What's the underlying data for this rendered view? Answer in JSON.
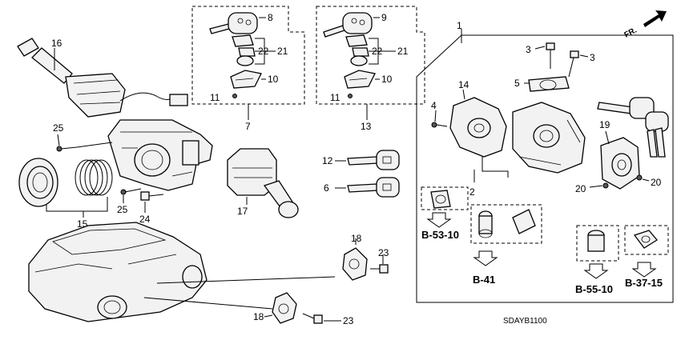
{
  "callouts": {
    "c1": "1",
    "c2": "2",
    "c3a": "3",
    "c3b": "3",
    "c4": "4",
    "c5": "5",
    "c6": "6",
    "c7": "7",
    "c8": "8",
    "c9": "9",
    "c10a": "10",
    "c10b": "10",
    "c11a": "11",
    "c11b": "11",
    "c12": "12",
    "c13": "13",
    "c14": "14",
    "c15": "15",
    "c16": "16",
    "c17": "17",
    "c18a": "18",
    "c18b": "18",
    "c19": "19",
    "c20a": "20",
    "c20b": "20",
    "c21a": "21",
    "c21b": "21",
    "c22a": "22",
    "c22b": "22",
    "c23a": "23",
    "c23b": "23",
    "c24": "24",
    "c25a": "25",
    "c25b": "25"
  },
  "references": {
    "b53": "B-53-10",
    "b41": "B-41",
    "b55": "B-55-10",
    "b37": "B-37-15"
  },
  "direction_label": "FR.",
  "diagram_code": "SDAYB1100",
  "icons": [
    "front-direction-arrow-icon",
    "reference-down-arrow-icon"
  ]
}
